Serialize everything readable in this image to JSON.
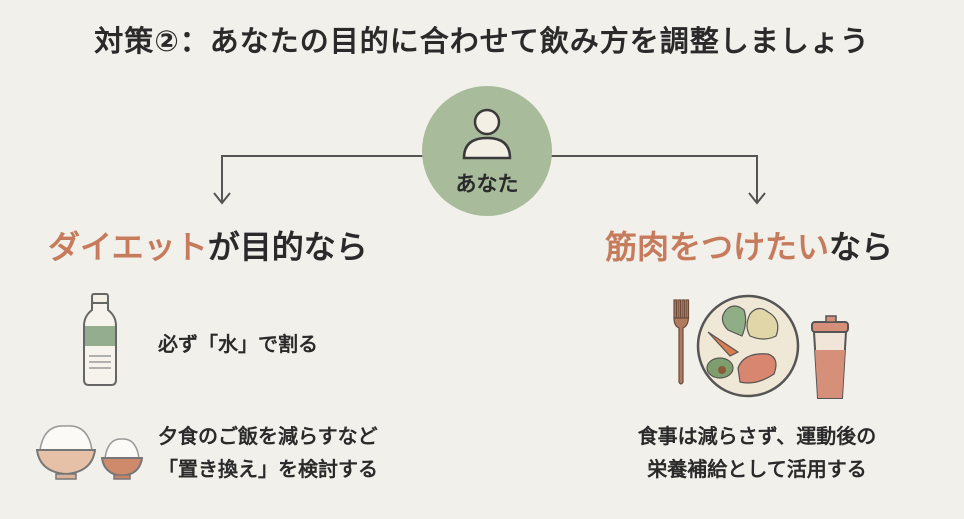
{
  "title": "対策②：あなたの目的に合わせて飲み方を調整しましょう",
  "hub": {
    "label": "あなた",
    "color": "#a8bb9b"
  },
  "colors": {
    "accent": "#c67b5c",
    "background": "#f2f0ea",
    "green": "#8fa88a"
  },
  "left": {
    "heading_accent": "ダイエット",
    "heading_rest": "が目的なら",
    "items": [
      {
        "icon": "water-bottle-icon",
        "text": "必ず「水」で割る"
      },
      {
        "icon": "rice-bowls-icon",
        "line1": "夕食のご飯を減らすなど",
        "line2": "「置き換え」を検討する"
      }
    ]
  },
  "right": {
    "heading_accent": "筋肉をつけたい",
    "heading_rest": "なら",
    "items": [
      {
        "icon": "meal-plate-shaker-icon",
        "line1": "食事は減らさず、運動後の",
        "line2": "栄養補給として活用する"
      }
    ]
  }
}
